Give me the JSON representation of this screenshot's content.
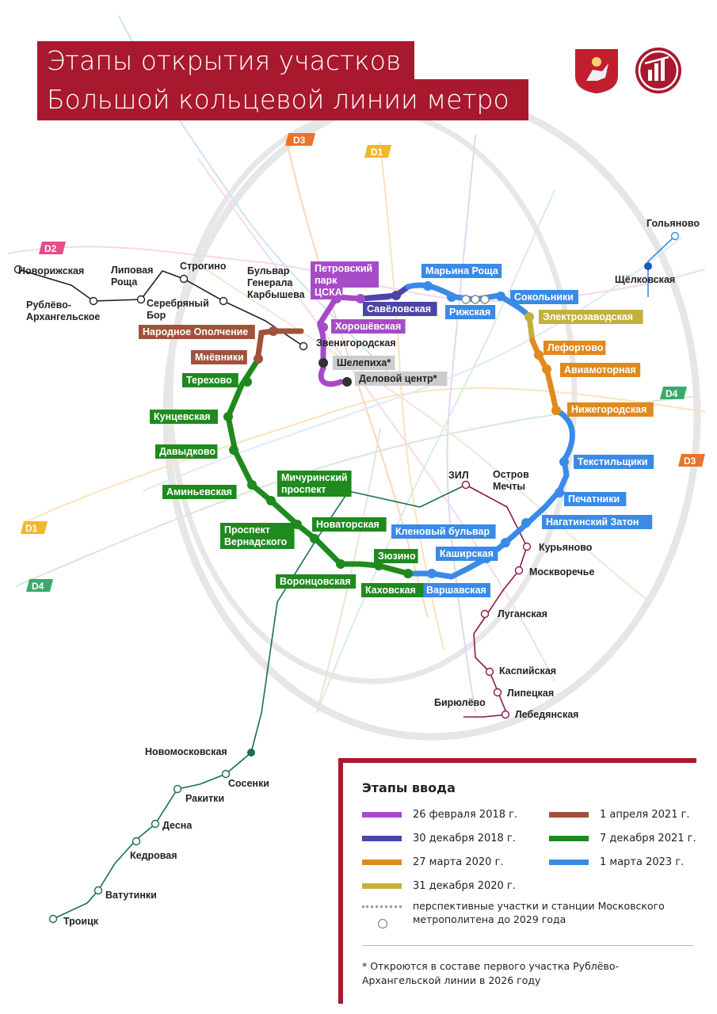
{
  "title": {
    "line1": "Этапы открытия участков",
    "line2": "Большой кольцевой линии метро"
  },
  "colors": {
    "brand_red": "#a8192e",
    "stage_2018_feb": "#a64bc7",
    "stage_2018_dec": "#4a45a8",
    "stage_2020_mar": "#e08a1e",
    "stage_2020_dec": "#c2b13a",
    "stage_2021_apr": "#a0523a",
    "stage_2021_dec": "#1f8a1e",
    "stage_2023_mar": "#3a8ae8"
  },
  "rail_badges": [
    "D3",
    "D1",
    "D2",
    "D4",
    "D3",
    "D1",
    "D4"
  ],
  "legend": {
    "heading": "Этапы ввода",
    "items": [
      {
        "label": "26 февраля 2018 г.",
        "color": "#a64bc7"
      },
      {
        "label": "30 декабря 2018 г.",
        "color": "#4a45a8"
      },
      {
        "label": "27 марта 2020 г.",
        "color": "#e08a1e"
      },
      {
        "label": "31 декабря 2020 г.",
        "color": "#c2b13a"
      },
      {
        "label": "1 апреля 2021 г.",
        "color": "#a0523a"
      },
      {
        "label": "7 декабря 2021 г.",
        "color": "#1f8a1e"
      },
      {
        "label": "1 марта 2023 г.",
        "color": "#3a8ae8"
      }
    ],
    "prospective": "перспективные участки и станции Московского метрополитена до 2029 года",
    "footnote": "* Откроются в составе первого участка Рублёво-Архангельской линии в 2026 году"
  },
  "stations_labeled": [
    {
      "name": "Петровский парк",
      "color": "#a64bc7"
    },
    {
      "name": "ЦСКА",
      "color": "#a64bc7"
    },
    {
      "name": "Хорошёвская",
      "color": "#a64bc7"
    },
    {
      "name": "Савёловская",
      "color": "#4a45a8"
    },
    {
      "name": "Марьина Роща",
      "color": "#3a8ae8"
    },
    {
      "name": "Рижская",
      "color": "#3a8ae8"
    },
    {
      "name": "Сокольники",
      "color": "#3a8ae8"
    },
    {
      "name": "Электрозаводская",
      "color": "#c2b13a"
    },
    {
      "name": "Лефортово",
      "color": "#e08a1e"
    },
    {
      "name": "Авиамоторная",
      "color": "#e08a1e"
    },
    {
      "name": "Нижегородская",
      "color": "#e08a1e"
    },
    {
      "name": "Текстильщики",
      "color": "#3a8ae8"
    },
    {
      "name": "Печатники",
      "color": "#3a8ae8"
    },
    {
      "name": "Нагатинский Затон",
      "color": "#3a8ae8"
    },
    {
      "name": "Кленовый бульвар",
      "color": "#3a8ae8"
    },
    {
      "name": "Каширская",
      "color": "#3a8ae8"
    },
    {
      "name": "Варшавская",
      "color": "#3a8ae8"
    },
    {
      "name": "Каховская",
      "color": "#1f8a1e"
    },
    {
      "name": "Зюзино",
      "color": "#1f8a1e"
    },
    {
      "name": "Воронцовская",
      "color": "#1f8a1e"
    },
    {
      "name": "Новаторская",
      "color": "#1f8a1e"
    },
    {
      "name": "Проспект Вернадского",
      "color": "#1f8a1e"
    },
    {
      "name": "Мичуринский проспект",
      "color": "#1f8a1e"
    },
    {
      "name": "Аминьевская",
      "color": "#1f8a1e"
    },
    {
      "name": "Давыдково",
      "color": "#1f8a1e"
    },
    {
      "name": "Кунцевская",
      "color": "#1f8a1e"
    },
    {
      "name": "Терехово",
      "color": "#1f8a1e"
    },
    {
      "name": "Мнёвники",
      "color": "#a0523a"
    },
    {
      "name": "Народное Ополчение",
      "color": "#a0523a"
    },
    {
      "name": "Шелепиха*",
      "color": "#cccccc"
    },
    {
      "name": "Деловой центр*",
      "color": "#cccccc"
    }
  ],
  "stations_plain": [
    "Звенигородская",
    "Бульвар Генерала Карбышева",
    "Строгино",
    "Липовая Роща",
    "Новорижская",
    "Серебряный Бор",
    "Рублёво- Архангельское",
    "Гольяново",
    "Щёлковская",
    "ЗИЛ",
    "Остров Мечты",
    "Курьяново",
    "Москворечье",
    "Луганская",
    "Каспийская",
    "Липецкая",
    "Бирюлёво",
    "Лебедянская",
    "Новомосковская",
    "Сосенки",
    "Ракитки",
    "Десна",
    "Кедровая",
    "Ватутинки",
    "Троицк"
  ]
}
